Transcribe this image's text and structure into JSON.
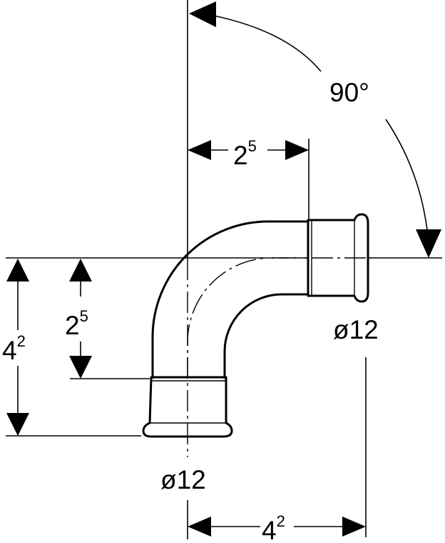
{
  "angle_label": "90°",
  "top_dimension": {
    "base": "2",
    "exp": "5"
  },
  "left_inner_dimension": {
    "base": "2",
    "exp": "5"
  },
  "left_outer_dimension": {
    "base": "4",
    "exp": "2"
  },
  "bottom_dimension": {
    "base": "4",
    "exp": "2"
  },
  "right_diameter_label": "ø12",
  "bottom_diameter_label": "ø12"
}
